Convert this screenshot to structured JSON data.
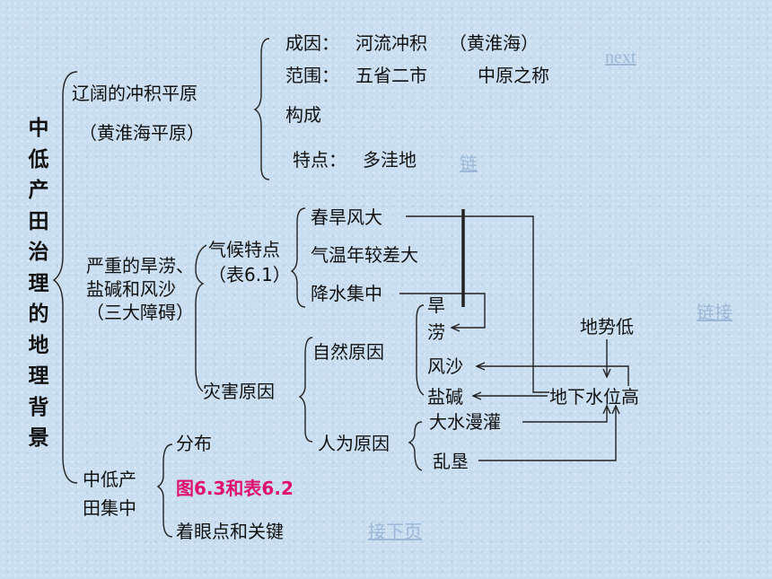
{
  "title": "中低产田治理的地理背景",
  "branch1": {
    "heading": "辽阔的冲积平原",
    "sub": "（黄淮海平原）",
    "cause": {
      "label": "成因：",
      "value": "河流冲积",
      "note": "（黄淮海）"
    },
    "scope": {
      "label": "范围：",
      "value": "五省二市",
      "note": "中原之称"
    },
    "composition": "构成",
    "feature": {
      "label": "特点：",
      "value": "多洼地"
    }
  },
  "branch2": {
    "heading_line1": "严重的旱涝、",
    "heading_line2": "盐碱和风沙",
    "heading_line3": "（三大障碍）",
    "climate": {
      "label_line1": "气候特点",
      "label_line2": "（表6.1）",
      "items": [
        "春旱风大",
        "气温年较差大",
        "降水集中"
      ]
    },
    "disaster": {
      "label": "灾害原因",
      "natural": "自然原因",
      "human": "人为原因",
      "hazards": [
        "旱",
        "涝",
        "风沙",
        "盐碱"
      ],
      "human_causes": [
        "大水漫灌",
        "乱垦"
      ],
      "terrain": "地势低",
      "groundwater": "地下水位高"
    }
  },
  "branch3": {
    "heading_line1": "中低产",
    "heading_line2": "田集中",
    "items": [
      "分布",
      "图6.3和表6.2",
      "着眼点和关键"
    ]
  },
  "nav": {
    "next": "next",
    "link_a": "链",
    "link_b": "链接",
    "continue": "接下页"
  }
}
